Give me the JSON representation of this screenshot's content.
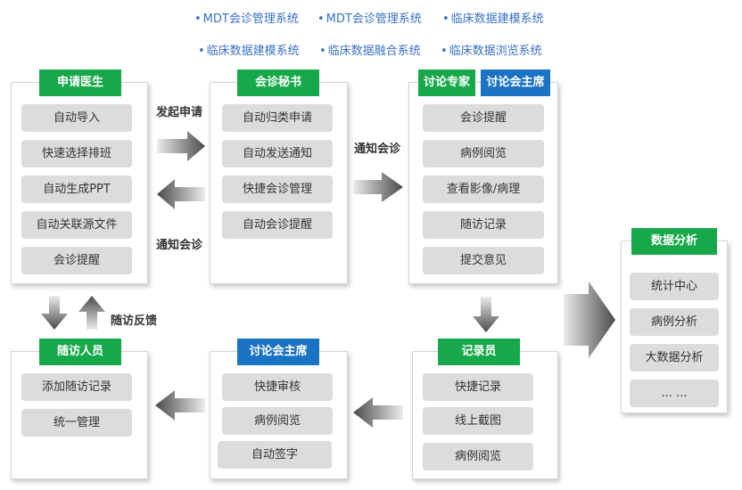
{
  "systems": [
    "MDT会诊管理系统",
    "MDT会诊管理系统",
    "临床数据建模系统",
    "临床数据建模系统",
    "临床数据融合系统",
    "临床数据浏览系统"
  ],
  "bullet": "•",
  "applicant": {
    "title": "申请医生",
    "items": [
      "自动导入",
      "快速选择排班",
      "自动生成PPT",
      "自动关联源文件",
      "会诊提醒"
    ]
  },
  "secretary": {
    "title": "会诊秘书",
    "items": [
      "自动归类申请",
      "自动发送通知",
      "快捷会诊管理",
      "自动会诊提醒"
    ]
  },
  "experts": {
    "title_left": "讨论专家",
    "title_right": "讨论会主席",
    "items": [
      "会诊提醒",
      "病例阅览",
      "查看影像/病理",
      "随访记录",
      "提交意见"
    ]
  },
  "analysis": {
    "title": "数据分析",
    "items": [
      "统计中心",
      "病例分析",
      "大数据分析",
      "... ..."
    ]
  },
  "followup": {
    "title": "随访人员",
    "items": [
      "添加随访记录",
      "统一管理"
    ]
  },
  "chair": {
    "title": "讨论会主席",
    "items": [
      "快捷审核",
      "病例阅览",
      "自动签字"
    ]
  },
  "recorder": {
    "title": "记录员",
    "items": [
      "快捷记录",
      "线上截图",
      "病例阅览"
    ]
  },
  "labels": {
    "initiate": "发起申请",
    "notify_left": "通知会诊",
    "notify_right": "通知会诊",
    "feedback": "随访反馈"
  },
  "colors": {
    "green": "#17a84a",
    "blue": "#1b73c4",
    "item_bg": "#dcdcdc",
    "link": "#3a72c4"
  }
}
